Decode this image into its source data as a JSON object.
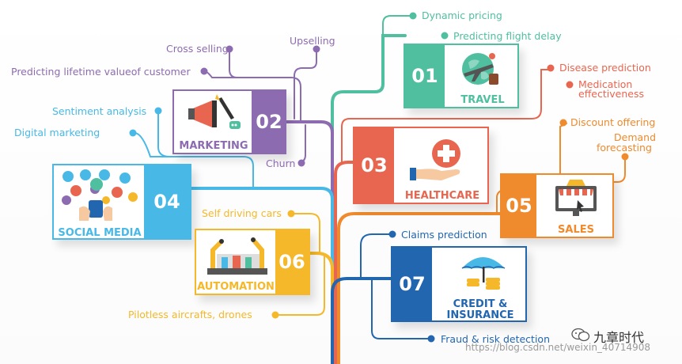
{
  "colors": {
    "travel": "#4fbfa0",
    "marketing": "#8d6bb0",
    "healthcare": "#e8664f",
    "social": "#48b9e6",
    "sales": "#ef8a2d",
    "automation": "#f5b82b",
    "credit": "#2266b0"
  },
  "travel": {
    "number": "01",
    "title": "TRAVEL",
    "items": [
      "Dynamic pricing",
      "Predicting flight delay"
    ]
  },
  "marketing": {
    "number": "02",
    "title": "MARKETING",
    "items": [
      "Cross selling",
      "Upselling",
      "Predicting lifetime valueof customer",
      "Churn"
    ]
  },
  "healthcare": {
    "number": "03",
    "title": "HEALTHCARE",
    "items": [
      "Disease prediction",
      "Medication",
      "effectiveness"
    ]
  },
  "social": {
    "number": "04",
    "title": "SOCIAL MEDIA",
    "items": [
      "Sentiment analysis",
      "Digital marketing"
    ]
  },
  "sales": {
    "number": "05",
    "title": "SALES",
    "items": [
      "Discount offering",
      "Demand",
      "forecasting"
    ]
  },
  "automation": {
    "number": "06",
    "title": "AUTOMATION",
    "items": [
      "Self driving cars",
      "Pilotless aircrafts, drones"
    ]
  },
  "credit": {
    "number": "07",
    "title_line1": "CREDIT &",
    "title_line2": "INSURANCE",
    "items": [
      "Claims prediction",
      "Fraud & risk detection"
    ]
  },
  "watermark": {
    "brand": "九章时代",
    "url": "https://blog.csdn.net/weixin_40714908"
  }
}
